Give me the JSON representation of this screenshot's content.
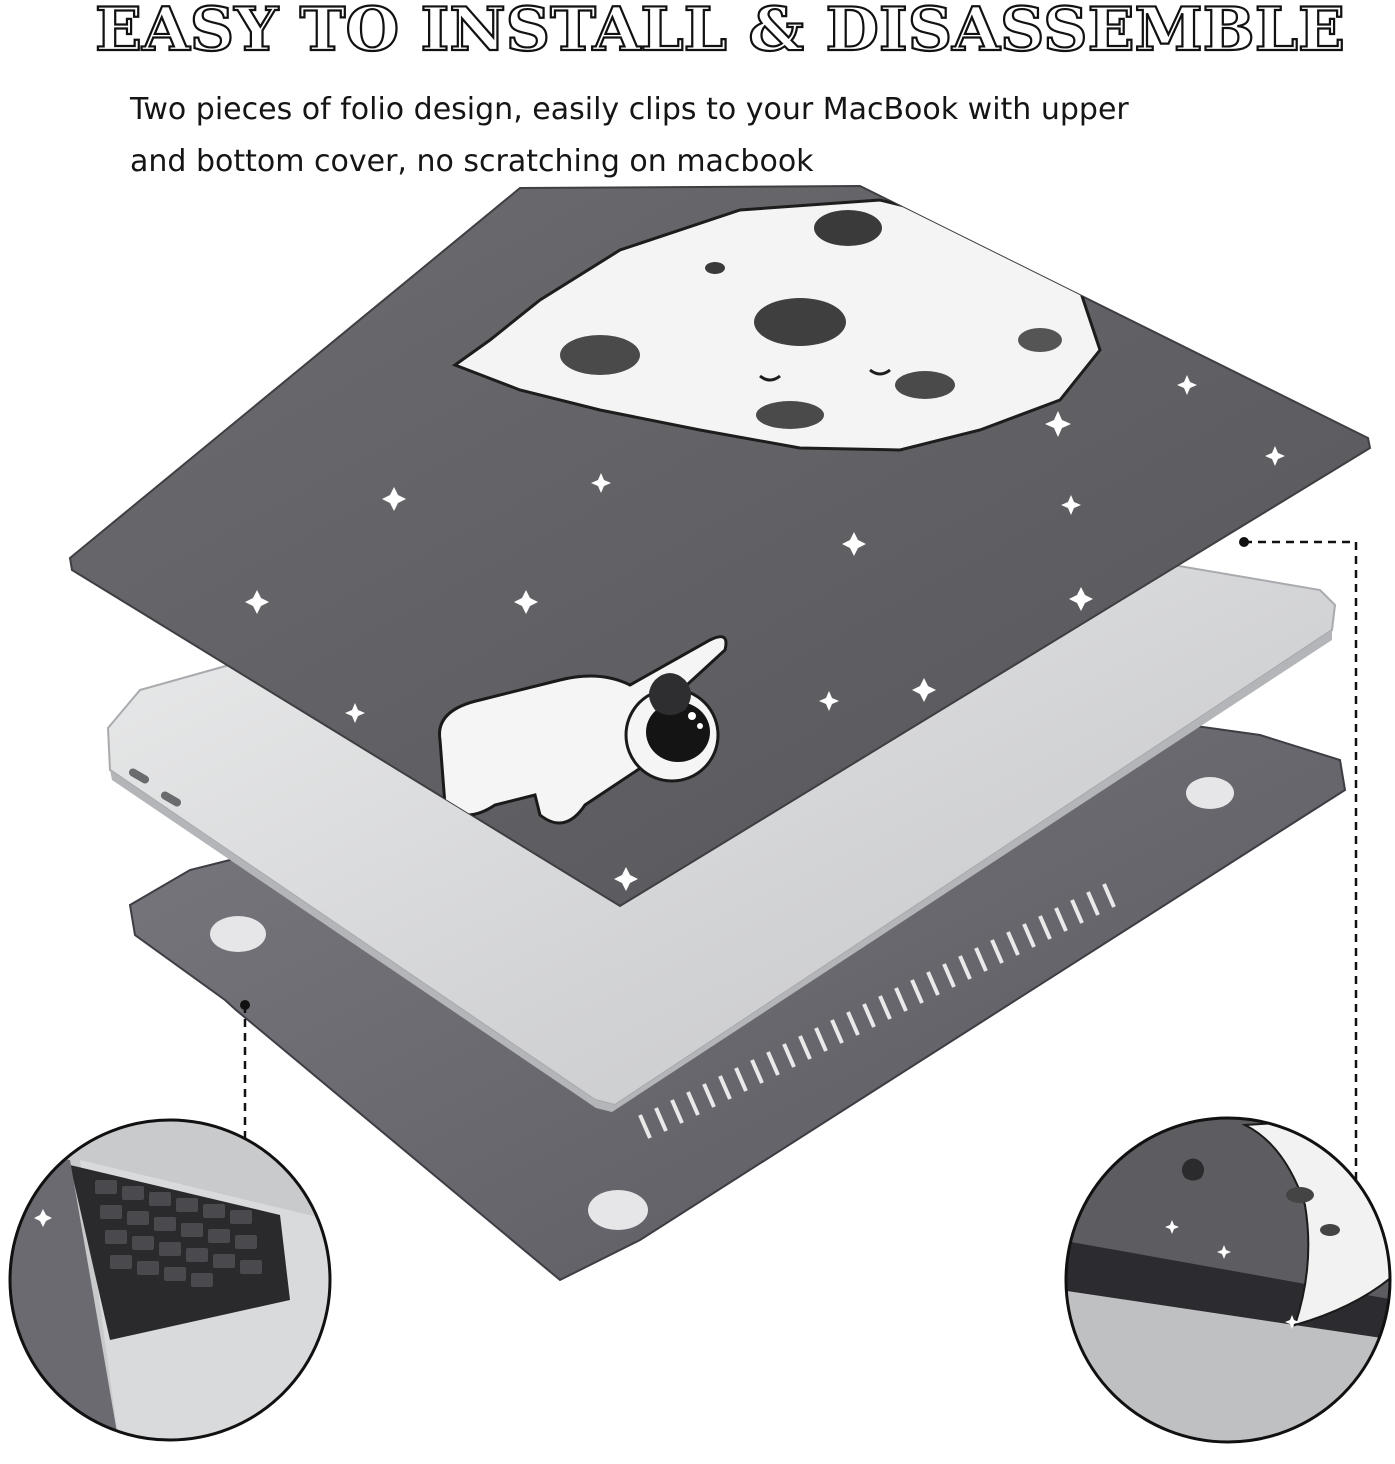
{
  "headline": "EASY TO INSTALL & DISASSEMBLE",
  "description_line1": "Two pieces of folio design, easily clips to your MacBook with upper",
  "description_line2": "and bottom cover, no scratching on macbook",
  "icons": [
    "moon-illustration",
    "astronaut-illustration",
    "star-icon",
    "apple-logo-icon",
    "magnifier-keyboard",
    "magnifier-edge"
  ],
  "colors": {
    "case_gray": "#5d5d61",
    "silver": "#d9dadc",
    "dark_case": "#6b6b70",
    "text": "#151515"
  }
}
